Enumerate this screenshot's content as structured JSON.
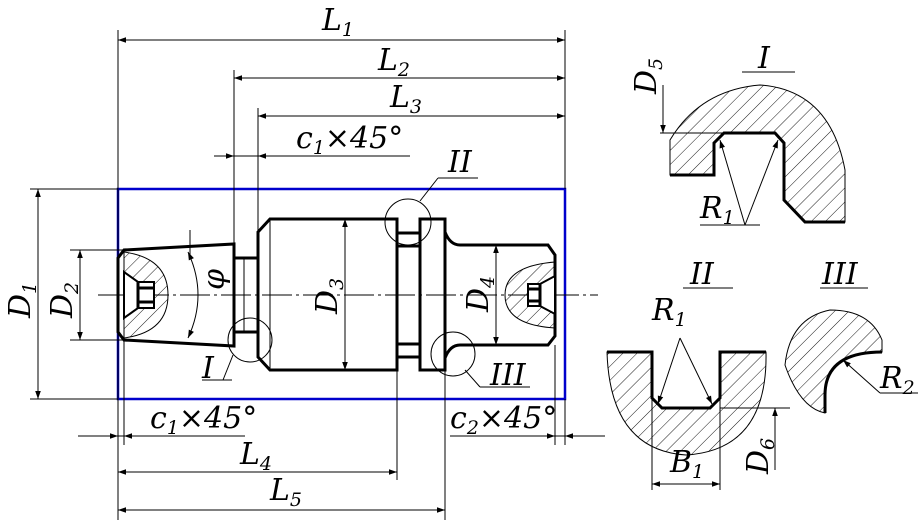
{
  "labels": {
    "L1": {
      "main": "L",
      "sub": "1"
    },
    "L2": {
      "main": "L",
      "sub": "2"
    },
    "L3": {
      "main": "L",
      "sub": "3"
    },
    "L4": {
      "main": "L",
      "sub": "4"
    },
    "L5": {
      "main": "L",
      "sub": "5"
    },
    "c1_top": {
      "main": "c",
      "sub": "1",
      "suffix": "×45°"
    },
    "c1_bottom": {
      "main": "c",
      "sub": "1",
      "suffix": "×45°"
    },
    "c2": {
      "main": "c",
      "sub": "2",
      "suffix": "×45°"
    },
    "D1": {
      "main": "D",
      "sub": "1"
    },
    "D2": {
      "main": "D",
      "sub": "2"
    },
    "D3": {
      "main": "D",
      "sub": "3"
    },
    "D4": {
      "main": "D",
      "sub": "4"
    },
    "D5": {
      "main": "D",
      "sub": "5"
    },
    "D6": {
      "main": "D",
      "sub": "6"
    },
    "phi": "φ",
    "callout_I": "I",
    "callout_II": "II",
    "callout_III": "III",
    "detail_I_title": "I",
    "detail_II_title": "II",
    "detail_III_title": "III",
    "R1_detail_I": {
      "main": "R",
      "sub": "1"
    },
    "R1_detail_II": {
      "main": "R",
      "sub": "1"
    },
    "R2": {
      "main": "R",
      "sub": "2"
    },
    "B1": {
      "main": "B",
      "sub": "1"
    }
  },
  "colors": {
    "frame": "#0000cc",
    "line": "#000000"
  }
}
